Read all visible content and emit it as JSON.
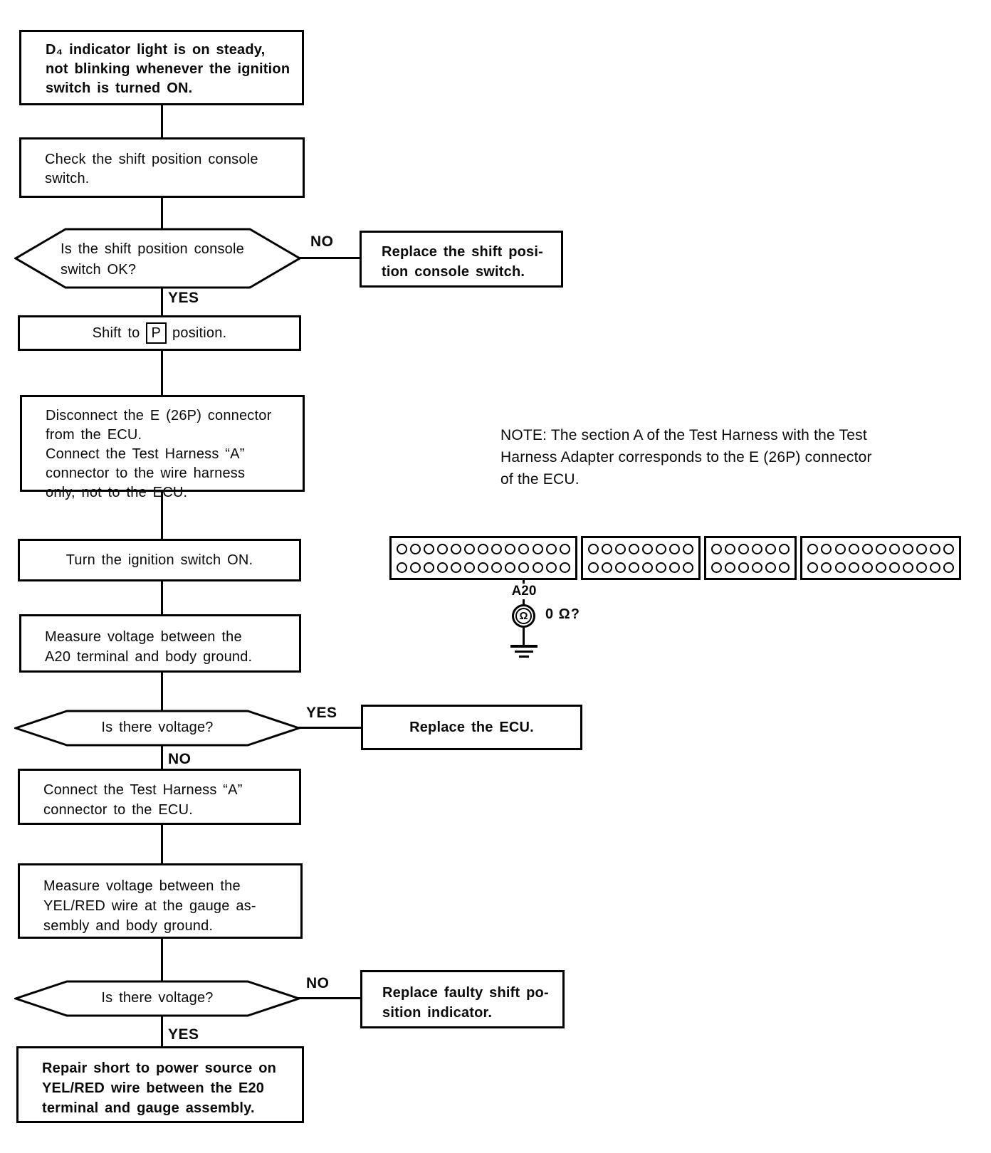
{
  "flowchart": {
    "start": "D₄ indicator light is on steady,\nnot blinking whenever the ignition\nswitch is turned ON.",
    "check_switch": "Check the shift position console\nswitch.",
    "q_switch_ok": "Is the shift position console\nswitch OK?",
    "no_label_1": "NO",
    "replace_switch": "Replace the shift posi-\ntion console switch.",
    "yes_label_1": "YES",
    "shift_to": {
      "pre": "Shift to",
      "key": "P",
      "post": "position."
    },
    "disconnect": "Disconnect the E (26P) connector\nfrom the ECU.\nConnect the Test Harness “A”\nconnector to the wire harness\nonly, not to the ECU.",
    "ignition_on": "Turn the ignition switch ON.",
    "measure_a20": "Measure voltage between the\nA20 terminal and body ground.",
    "q_voltage_1": "Is there voltage?",
    "yes_label_2": "YES",
    "replace_ecu": "Replace the ECU.",
    "no_label_2": "NO",
    "connect_ecu": "Connect the Test Harness “A”\nconnector to the ECU.",
    "measure_yelred": "Measure voltage between the\nYEL/RED wire at the gauge as-\nsembly and body ground.",
    "q_voltage_2": "Is there voltage?",
    "no_label_3": "NO",
    "replace_indicator": "Replace faulty shift po-\nsition indicator.",
    "yes_label_3": "YES",
    "repair_short": "Repair short to power source on\nYEL/RED wire between the E20\nterminal and gauge assembly."
  },
  "note": {
    "text": "NOTE:   The section A of the Test Harness with the Test\nHarness Adapter corresponds to the E (26P) connector\nof the ECU."
  },
  "connector_diagram": {
    "sections": [
      {
        "rows": 2,
        "cols": 13
      },
      {
        "rows": 2,
        "cols": 8
      },
      {
        "rows": 2,
        "cols": 6
      },
      {
        "rows": 2,
        "cols": 11
      }
    ],
    "terminal_label": "A20",
    "meter_symbol": "Ω",
    "measurement_label": "0 Ω?"
  }
}
